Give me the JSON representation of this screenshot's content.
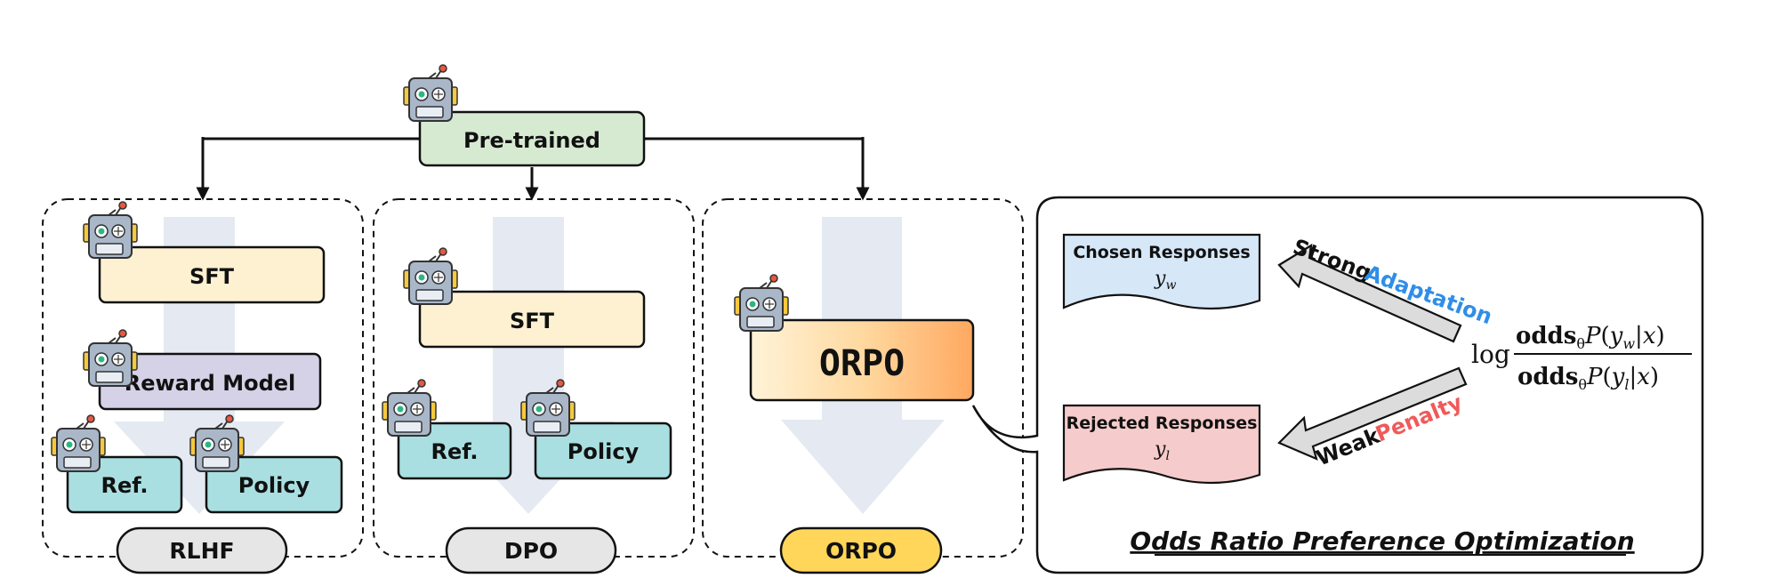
{
  "colors": {
    "pretrained_fill": "#d6ead2",
    "sft_fill": "#fdf1d2",
    "reward_fill": "#d5d1e6",
    "ref_policy_fill": "#a9dfe0",
    "rejected_fill": "#f6cbcb",
    "chosen_fill": "#d6e7f7",
    "orpo_label_fill": "#ffd659",
    "gray_label_fill": "#e6e6e6",
    "flow_arrow": "#e4e9f2",
    "adaptation_text": "#2f8ee8",
    "penalty_text": "#f05a5a"
  },
  "top": {
    "pretrained": "Pre-trained"
  },
  "rlhf": {
    "sft": "SFT",
    "reward_model": "Reward Model",
    "ref": "Ref.",
    "policy": "Policy",
    "label": "RLHF"
  },
  "dpo": {
    "sft": "SFT",
    "ref": "Ref.",
    "policy": "Policy",
    "label": "DPO"
  },
  "orpo": {
    "box": "ORPO",
    "label": "ORPO"
  },
  "detail": {
    "chosen_title": "Chosen Responses",
    "chosen_var": "y",
    "chosen_sub": "w",
    "rejected_title": "Rejected Responses",
    "rejected_var": "y",
    "rejected_sub": "l",
    "strong": "Strong",
    "adaptation": "Adaptation",
    "weak": "Weak",
    "penalty": "Penalty",
    "log": "log",
    "numerator": "odds",
    "denominator": "odds",
    "footer": "Odds Ratio Preference Optimization"
  }
}
